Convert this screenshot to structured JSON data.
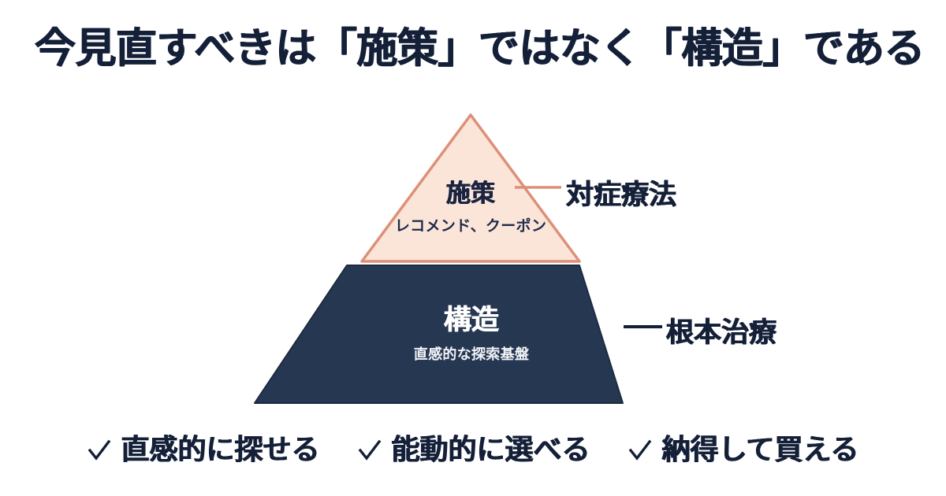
{
  "slide": {
    "background_color": "#ffffff",
    "title": "今見直すべきは「施策」ではなく「構造」である"
  },
  "colors": {
    "navy": "#263751",
    "navy_dark": "#141f38",
    "peach_fill": "#fbe4d8",
    "peach_stroke": "#dd9079",
    "white": "#ffffff"
  },
  "pyramid": {
    "top_tier": {
      "title": "施策",
      "subtitle": "レコメンド、クーポン",
      "fill_color": "#fbe4d8",
      "stroke_color": "#dd9079",
      "callout": "対症療法"
    },
    "base_tier": {
      "title": "構造",
      "subtitle": "直感的な探索基盤",
      "fill_color": "#263751",
      "callout": "根本治療"
    }
  },
  "checklist": {
    "items": [
      {
        "icon": "check-icon",
        "label": "直感的に探せる"
      },
      {
        "icon": "check-icon",
        "label": "能動的に選べる"
      },
      {
        "icon": "check-icon",
        "label": "納得して買える"
      }
    ]
  }
}
